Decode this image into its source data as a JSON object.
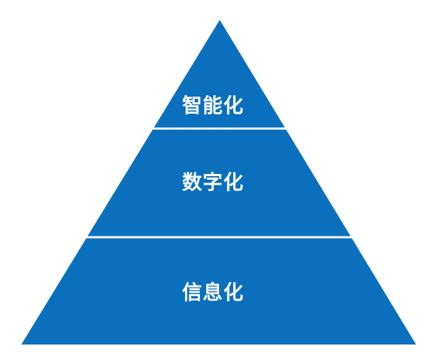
{
  "pyramid": {
    "tiers": [
      {
        "label": "智能化"
      },
      {
        "label": "数字化"
      },
      {
        "label": "信息化"
      }
    ]
  },
  "colors": {
    "fill": "#0a6fbd",
    "separator": "#ffffff",
    "label": "#ffffff",
    "background": "#ffffff"
  }
}
